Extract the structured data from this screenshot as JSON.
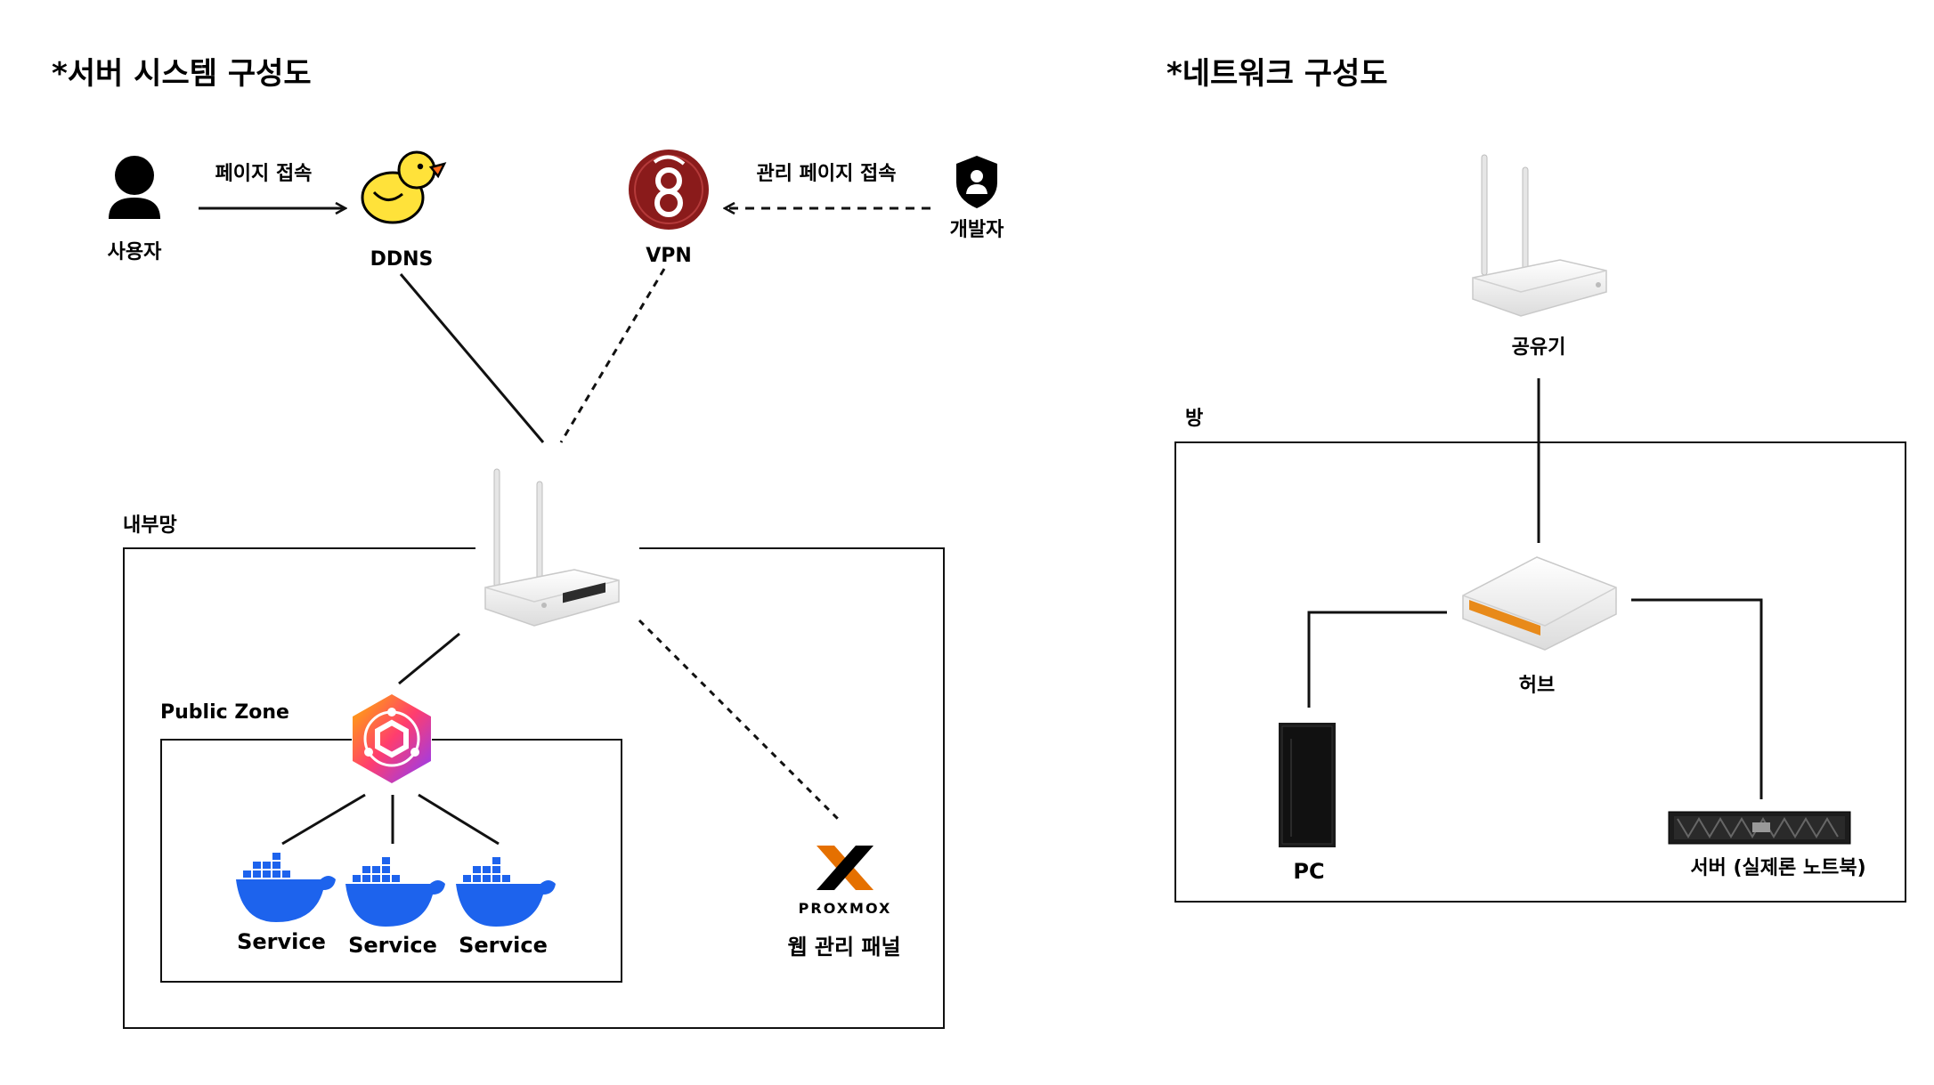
{
  "server_diagram": {
    "title": "*서버 시스템 구성도",
    "user_label": "사용자",
    "page_access_label": "페이지 접속",
    "ddns_label": "DDNS",
    "vpn_label": "VPN",
    "admin_access_label": "관리 페이지 접속",
    "developer_label": "개발자",
    "internal_network_label": "내부망",
    "public_zone_label": "Public Zone",
    "services": [
      "Service",
      "Service",
      "Service"
    ],
    "proxmox_logo_text": "PROXMOX",
    "web_panel_label": "웹 관리 패널"
  },
  "network_diagram": {
    "title": "*네트워크 구성도",
    "router_label": "공유기",
    "room_label": "방",
    "hub_label": "허브",
    "pc_label": "PC",
    "server_label": "서버 (실제론 노트북)"
  },
  "colors": {
    "docker": "#1d63ed",
    "duck": "#ffe23a",
    "vpn": "#8a1b1b",
    "proxmox_orange": "#e57000"
  }
}
